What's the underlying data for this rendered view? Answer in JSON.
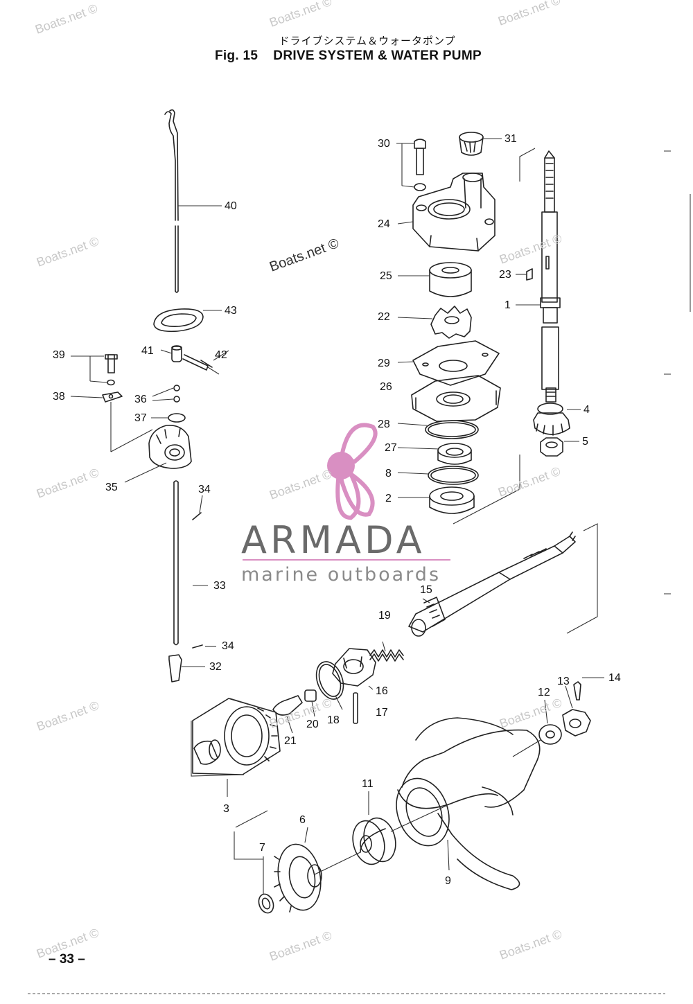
{
  "header": {
    "japanese_title": "ドライブシステム＆ウォータポンプ",
    "fig_label": "Fig. 15",
    "fig_title": "DRIVE SYSTEM & WATER PUMP"
  },
  "watermark": {
    "text": "Boats.net ©"
  },
  "logo": {
    "name": "ARMADA",
    "tagline": "marine outboards",
    "accent_color": "#d98fc2",
    "text_color": "#6a6a6a"
  },
  "callouts": [
    "1",
    "2",
    "3",
    "4",
    "5",
    "6",
    "7",
    "8",
    "9",
    "11",
    "12",
    "13",
    "14",
    "15",
    "16",
    "17",
    "18",
    "19",
    "20",
    "21",
    "22",
    "23",
    "24",
    "25",
    "26",
    "27",
    "28",
    "29",
    "30",
    "31",
    "32",
    "33",
    "34",
    "34",
    "35",
    "36",
    "37",
    "38",
    "39",
    "40",
    "41",
    "42",
    "43"
  ],
  "footer": {
    "page_number": "– 33 –"
  }
}
